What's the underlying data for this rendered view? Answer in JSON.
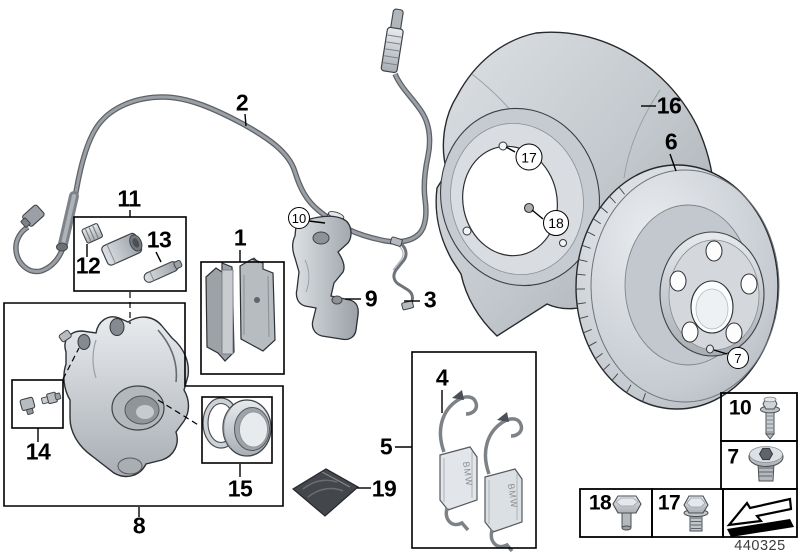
{
  "figure": {
    "number": "440325",
    "brand_stamp": "BMW"
  },
  "callouts": {
    "n1": "1",
    "n2": "2",
    "n3": "3",
    "n4": "4",
    "n5": "5",
    "n6": "6",
    "n8": "8",
    "n9": "9",
    "n11": "11",
    "n12": "12",
    "n13": "13",
    "n14": "14",
    "n15": "15",
    "n16": "16",
    "n19": "19",
    "c7": "7",
    "c10": "10",
    "c17": "17",
    "c18": "18",
    "f7": "7",
    "f10": "10",
    "f17": "17",
    "f18": "18"
  },
  "colors": {
    "background": "#ffffff",
    "outline": "#2d3135",
    "metal_light": "#e8ebee",
    "metal_mid": "#b9bec3",
    "metal_dark": "#8f959a",
    "figure_number_color": "#3c3c3c"
  }
}
